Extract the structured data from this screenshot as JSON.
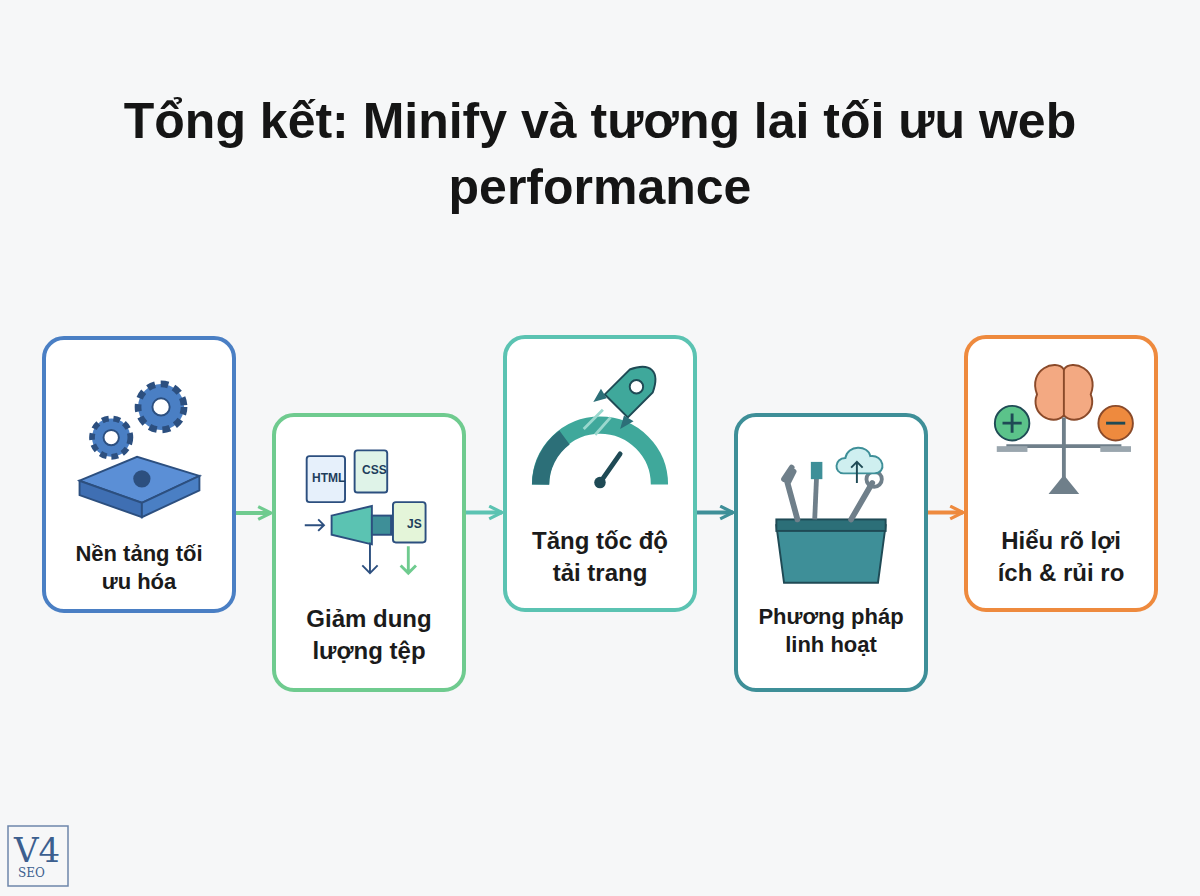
{
  "diagram": {
    "title": "Tổng kết: Minify và tương lai tối ưu web performance",
    "nodes": [
      {
        "text": [
          "Nền tảng tối ưu hóa"
        ]
      },
      {
        "text": [
          "Giảm dung lượng tệp"
        ]
      },
      {
        "text": [
          "Tăng tốc độ tải trang"
        ]
      },
      {
        "text": [
          "Phương pháp linh hoạt"
        ]
      },
      {
        "text": [
          "Hiểu rõ lợi ích & rủi ro"
        ]
      }
    ],
    "edges": [
      {
        "from": 0,
        "to": 1,
        "arrow": "to"
      },
      {
        "from": 1,
        "to": 2,
        "arrow": "to"
      },
      {
        "from": 2,
        "to": 3,
        "arrow": "to"
      },
      {
        "from": 3,
        "to": 4,
        "arrow": "to"
      }
    ],
    "labels": [
      "HTML",
      "CSS",
      "JS",
      "V4",
      "SEO"
    ]
  }
}
